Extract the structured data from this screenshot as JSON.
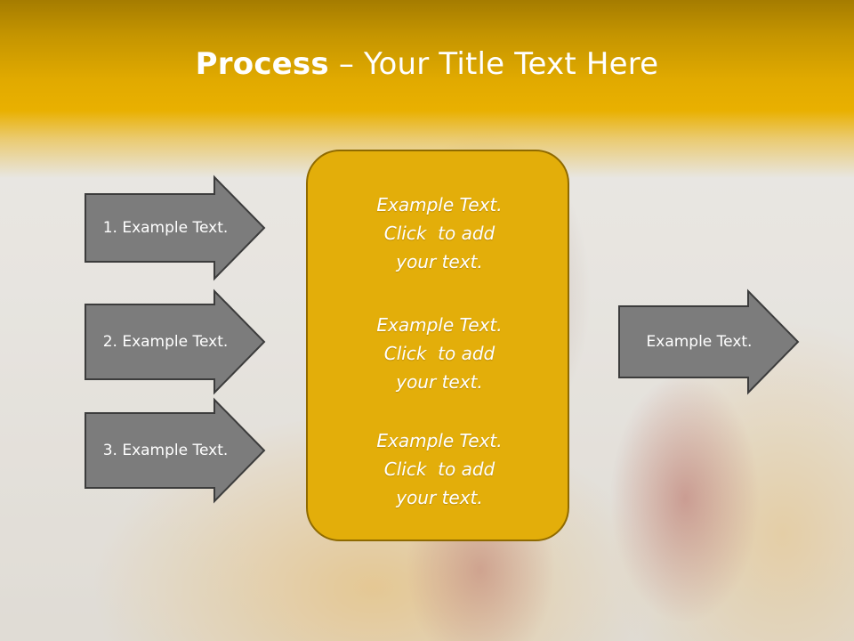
{
  "slide": {
    "title_bold": "Process",
    "title_dash": " – ",
    "title_rest": "Your Title Text Here"
  },
  "left_arrows": [
    {
      "label": "1. Example Text."
    },
    {
      "label": "2. Example Text."
    },
    {
      "label": "3. Example Text."
    }
  ],
  "center_box": {
    "blocks": [
      {
        "line1": "Example Text.",
        "line2": "Click  to add",
        "line3": "your text."
      },
      {
        "line1": "Example Text.",
        "line2": "Click  to add",
        "line3": "your text."
      },
      {
        "line1": "Example Text.",
        "line2": "Click  to add",
        "line3": "your text."
      }
    ]
  },
  "right_arrow": {
    "label": "Example Text."
  },
  "colors": {
    "header_gold": "#e9b000",
    "box_fill": "#e3ae0a",
    "box_border": "#8f6a00",
    "arrow_fill": "#7c7c7c",
    "arrow_border": "#3c3c3c"
  }
}
